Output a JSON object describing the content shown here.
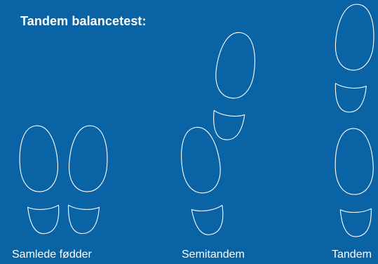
{
  "title": "Tandem balancetest:",
  "stances": [
    {
      "label": "Samlede fødder"
    },
    {
      "label": "Semitandem"
    },
    {
      "label": "Tandem"
    }
  ],
  "colors": {
    "background": "#0a63a5",
    "foreground": "#ffffff"
  },
  "icons": [
    "foot-outline-icon"
  ]
}
